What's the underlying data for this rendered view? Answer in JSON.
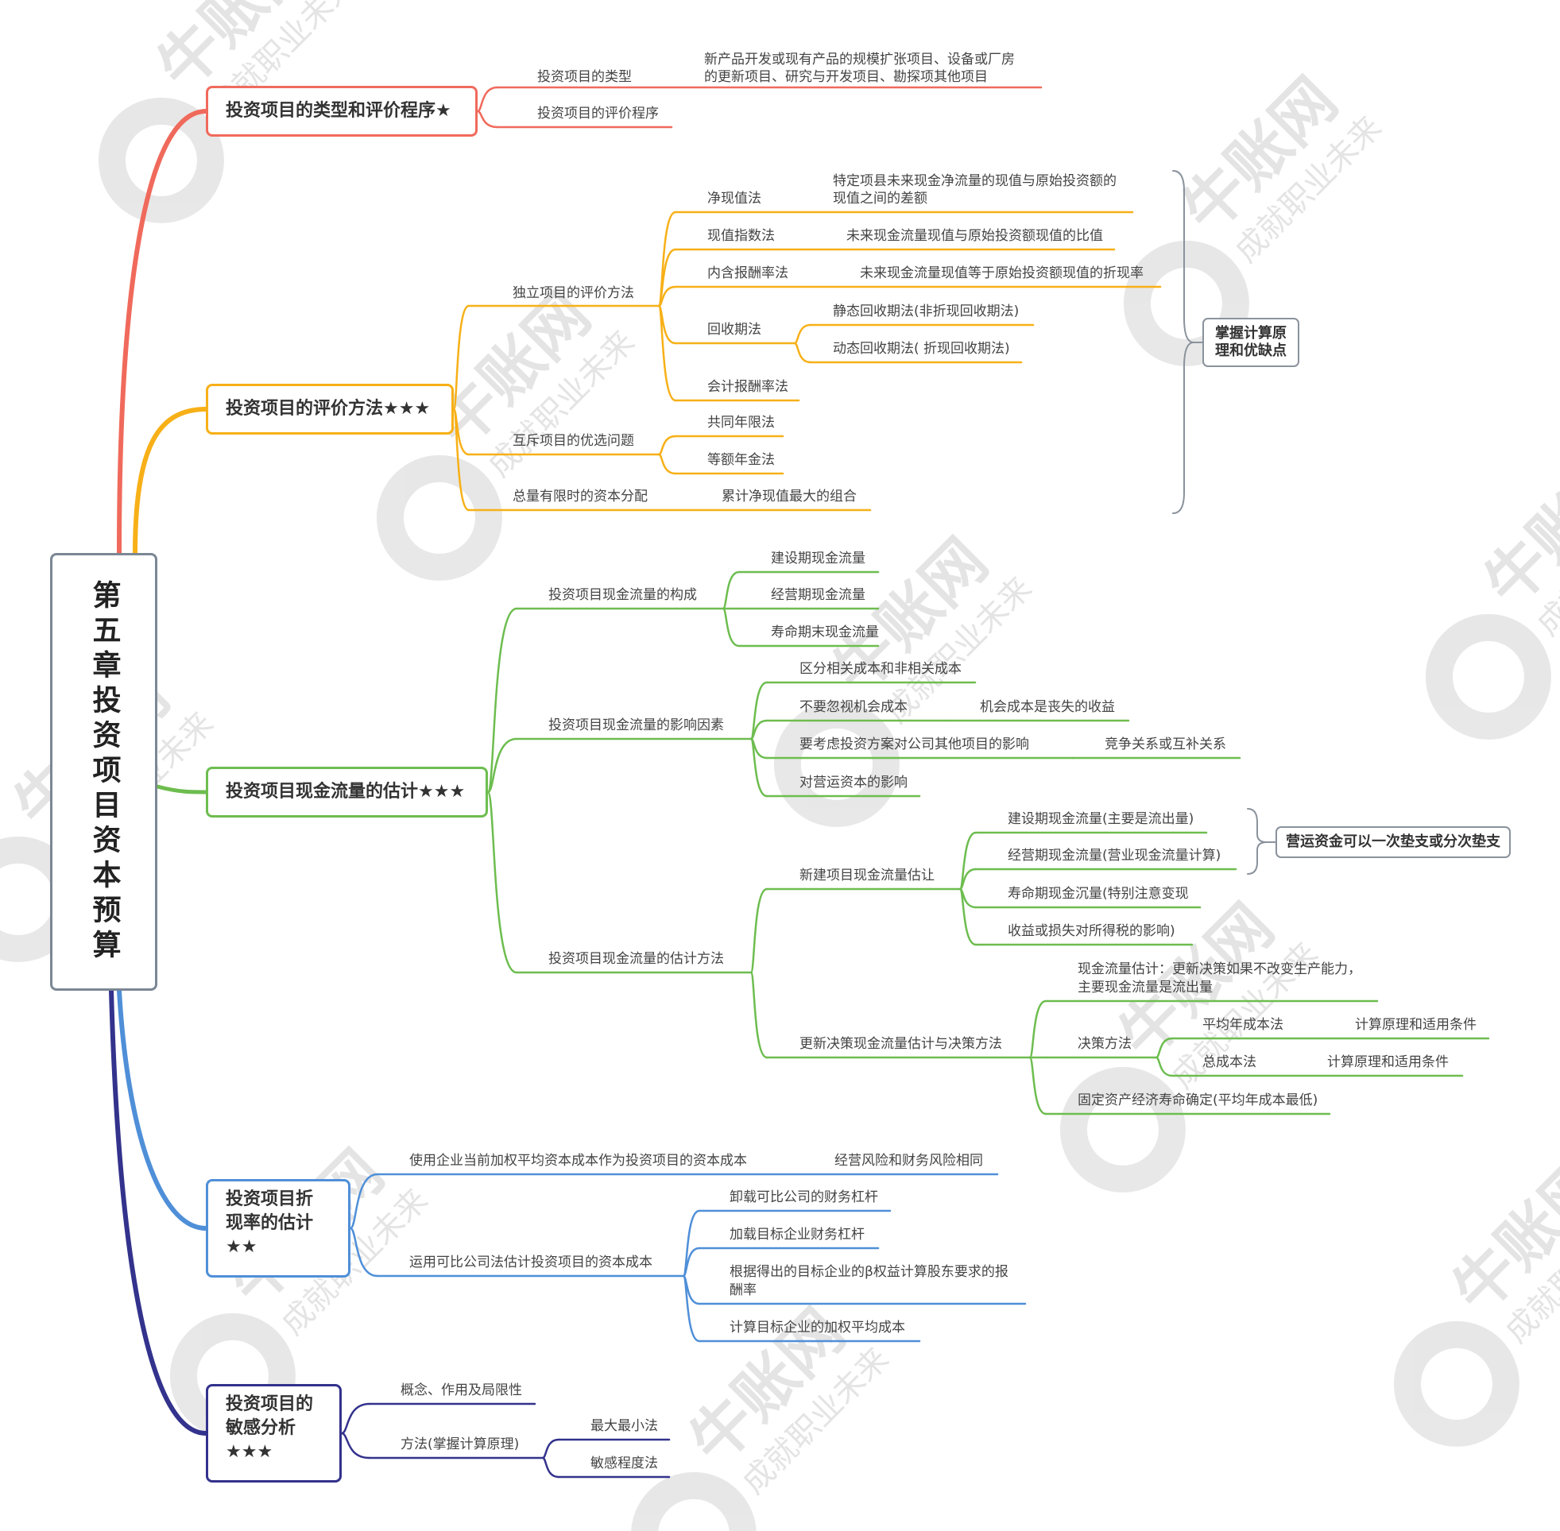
{
  "colors": {
    "c1": "#f06a5c",
    "c2": "#f7b017",
    "c3": "#6dbd4f",
    "c4": "#4f8fd8",
    "c5": "#33328c",
    "bracket": "#8a929c"
  },
  "watermark": {
    "brand": "牛账网",
    "slogan": "成就职业未来"
  },
  "root": {
    "title": "第五章投资项目资本预算"
  },
  "section1": {
    "title": "投资项目的类型和评价程序★",
    "types": {
      "label": "投资项目的类型",
      "detail1": "新产品开发或现有产品的规模扩张项目、设备或厂房",
      "detail2": "的更新项目、研究与开发项目、勘探项其他项目"
    },
    "procedure": "投资项目的评价程序"
  },
  "section2": {
    "title": "投资项目的评价方法★★★",
    "independent": {
      "label": "独立项目的评价方法",
      "npv": {
        "label": "净现值法",
        "detail1": "特定项县未来现金净流量的现值与原始投资额的",
        "detail2": "现值之间的差额"
      },
      "pi": {
        "label": "现值指数法",
        "detail": "未来现金流量现值与原始投资额现值的比值"
      },
      "irr": {
        "label": "内含报酬率法",
        "detail": "未来现金流量现值等于原始投资额现值的折现率"
      },
      "payback": {
        "label": "回收期法",
        "static": "静态回收期法(非折现回收期法)",
        "dynamic": "动态回收期法( 折现回收期法)"
      },
      "arr": "会计报酬率法"
    },
    "exclusive": {
      "label": "互斥项目的优选问题",
      "common_life": "共同年限法",
      "annuity": "等额年金法"
    },
    "capital": {
      "label": "总量有限时的资本分配",
      "detail": "累计净现值最大的组合"
    },
    "summary1": "掌握计算原",
    "summary2": "理和优缺点"
  },
  "section3": {
    "title": "投资项目现金流量的估计★★★",
    "composition": {
      "label": "投资项目现金流量的构成",
      "c1": "建设期现金流量",
      "c2": "经营期现金流量",
      "c3": "寿命期末现金流量"
    },
    "factors": {
      "label": "投资项目现金流量的影响因素",
      "f1": "区分相关成本和非相关成本",
      "f2": "不要忽视机会成本",
      "f2_detail": "机会成本是丧失的收益",
      "f3": "要考虑投资方案对公司其他项目的影响",
      "f3_detail": "竞争关系或互补关系",
      "f4": "对营运资本的影响"
    },
    "methods": {
      "label": "投资项目现金流量的估计方法",
      "new": {
        "label": "新建项目现金流量估让",
        "n1": "建设期现金流量(主要是流出量)",
        "n2": "经营期现金流量(营业现金流量计算)",
        "n3": "寿命期现金沉量(特别注意变现",
        "n4": "收益或损失对所得税的影响)",
        "summary": "营运资金可以一次垫支或分次垫支"
      },
      "renewal": {
        "label": "更新决策现金流量估计与决策方法",
        "cf1": "现金流量估计：更新决策如果不改变生产能力，",
        "cf2": "主要现金流量是流出量",
        "decision": "决策方法",
        "avg_cost": "平均年成本法",
        "avg_cost_detail": "计算原理和适用条件",
        "total_cost": "总成本法",
        "total_cost_detail": "计算原理和适用条件",
        "life": "固定资产经济寿命确定(平均年成本最低)"
      }
    }
  },
  "section4": {
    "title1": "投资项目折",
    "title2": "现率的估计",
    "stars": "★★",
    "wacc": {
      "label": "使用企业当前加权平均资本成本作为投资项目的资本成本",
      "detail": "经营风险和财务风险相同"
    },
    "comparable": {
      "label": "运用可比公司法估计投资项目的资本成本",
      "s1": "卸载可比公司的财务杠杆",
      "s2": "加载目标企业财务杠杆",
      "s3a": "根据得出的目标企业的β权益计算股东要求的报",
      "s3b": "酬率",
      "s4": "计算目标企业的加权平均成本"
    }
  },
  "section5": {
    "title1": "投资项目的",
    "title2": "敏感分析",
    "stars": "★★★",
    "concept": "概念、作用及局限性",
    "method": {
      "label": "方法(掌握计算原理)",
      "m1": "最大最小法",
      "m2": "敏感程度法"
    }
  }
}
